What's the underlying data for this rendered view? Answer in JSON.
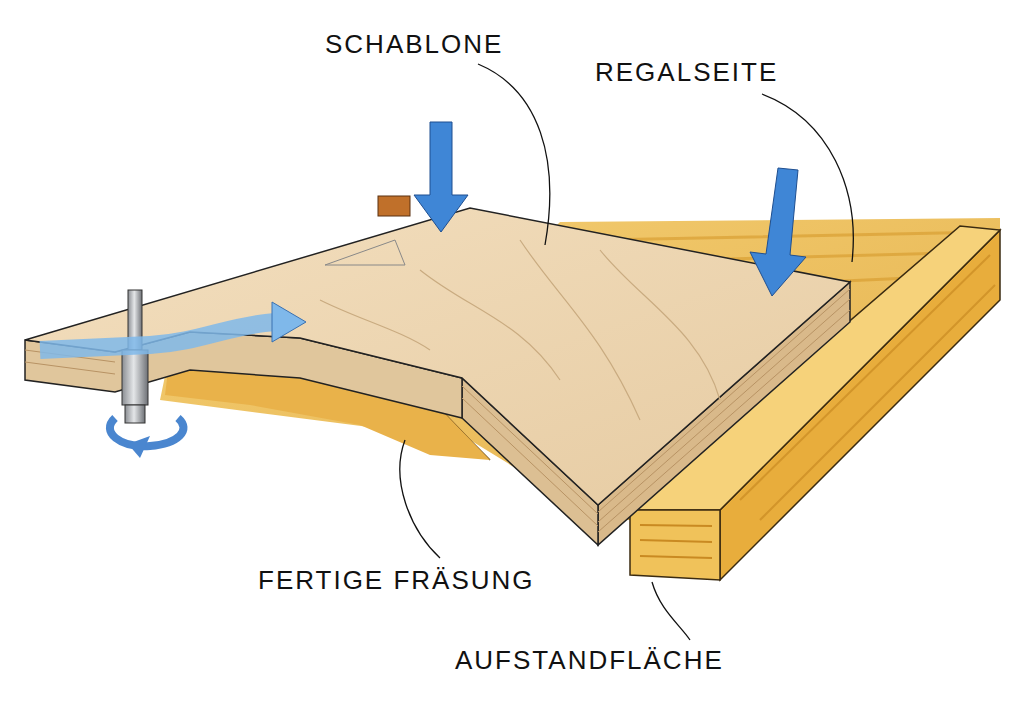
{
  "diagram": {
    "labels": [
      "SCHABLONE",
      "REGALSEITE",
      "FERTIGE FRÄSUNG",
      "AUFSTANDFLÄCHE"
    ]
  }
}
